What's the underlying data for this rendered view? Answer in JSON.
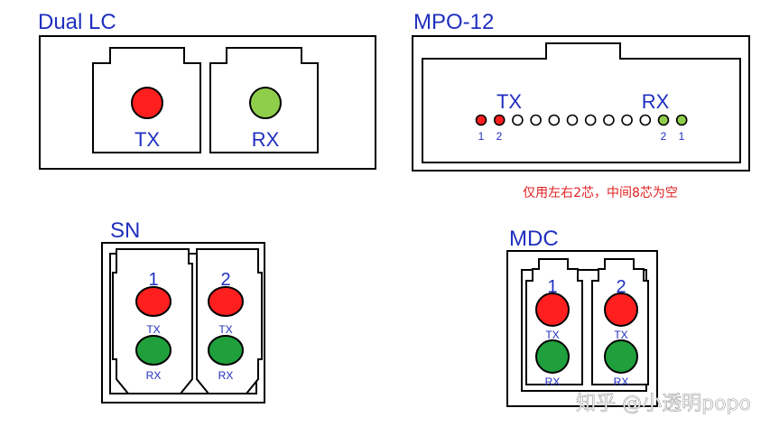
{
  "colors": {
    "title": "#1f2fbf",
    "tx": "#ff1f1f",
    "rx_lc": "#8fce4a",
    "rx_green": "#1fa03c",
    "note": "#e02020",
    "stroke": "#000000"
  },
  "dual_lc": {
    "title": "Dual LC",
    "tx_label": "TX",
    "rx_label": "RX"
  },
  "mpo12": {
    "title": "MPO-12",
    "tx_label": "TX",
    "rx_label": "RX",
    "fiber_count": 12,
    "tx_fibers": [
      1,
      2
    ],
    "rx_fibers": [
      11,
      12
    ],
    "pin_labels_left": [
      "1",
      "2"
    ],
    "pin_labels_right": [
      "2",
      "1"
    ],
    "note": "仅用左右2芯，中间8芯为空"
  },
  "sn": {
    "title": "SN",
    "channels": [
      {
        "number": "1",
        "tx_label": "TX",
        "rx_label": "RX"
      },
      {
        "number": "2",
        "tx_label": "TX",
        "rx_label": "RX"
      }
    ]
  },
  "mdc": {
    "title": "MDC",
    "channels": [
      {
        "number": "1",
        "tx_label": "TX",
        "rx_label": "RX"
      },
      {
        "number": "2",
        "tx_label": "TX",
        "rx_label": "RX"
      }
    ]
  },
  "watermark": "知乎 @小透明popo"
}
